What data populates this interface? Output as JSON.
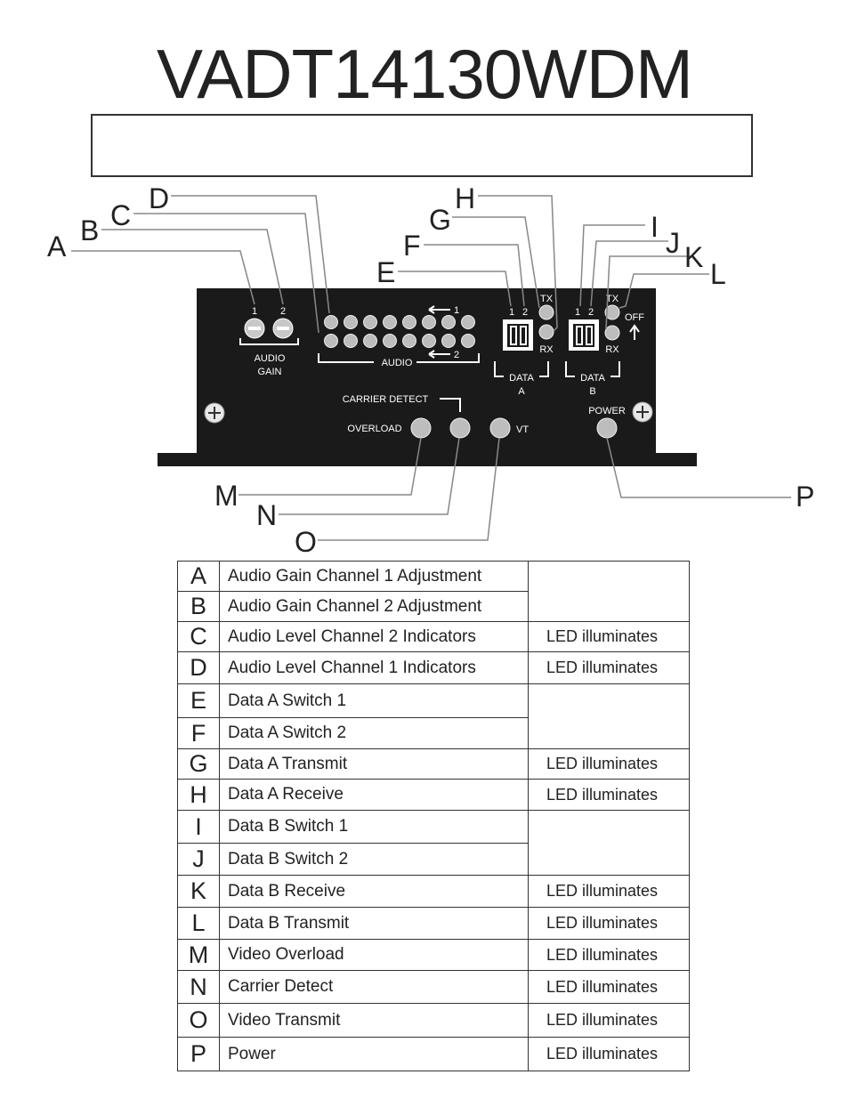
{
  "title": "VADT14130WDM",
  "panel": {
    "audio_gain": {
      "ch1": "1",
      "ch2": "2",
      "label": "AUDIO\nGAIN"
    },
    "audio": {
      "label": "AUDIO",
      "row1": "1",
      "row2": "2"
    },
    "data_a": {
      "sw1": "1",
      "sw2": "2",
      "tx": "TX",
      "rx": "RX",
      "label": "DATA\nA"
    },
    "data_b": {
      "sw1": "1",
      "sw2": "2",
      "tx": "TX",
      "rx": "RX",
      "off": "OFF",
      "label": "DATA\nB"
    },
    "carrier_detect": "CARRIER DETECT",
    "overload": "OVERLOAD",
    "vt": "VT",
    "power": "POWER"
  },
  "callouts": [
    "A",
    "B",
    "C",
    "D",
    "E",
    "F",
    "G",
    "H",
    "I",
    "J",
    "K",
    "L",
    "M",
    "N",
    "O",
    "P"
  ],
  "legend": [
    {
      "letter": "A",
      "description": "Audio Gain Channel 1 Adjustment",
      "status": ""
    },
    {
      "letter": "B",
      "description": "Audio Gain Channel 2 Adjustment",
      "status": ""
    },
    {
      "letter": "C",
      "description": "Audio Level Channel 2 Indicators",
      "status": "LED illuminates"
    },
    {
      "letter": "D",
      "description": "Audio Level Channel 1 Indicators",
      "status": "LED illuminates"
    },
    {
      "letter": "E",
      "description": "Data A Switch 1",
      "status": ""
    },
    {
      "letter": "F",
      "description": "Data A Switch 2",
      "status": ""
    },
    {
      "letter": "G",
      "description": "Data A Transmit",
      "status": "LED illuminates"
    },
    {
      "letter": "H",
      "description": "Data A Receive",
      "status": "LED illuminates"
    },
    {
      "letter": "I",
      "description": "Data B Switch 1",
      "status": ""
    },
    {
      "letter": "J",
      "description": "Data B Switch 2",
      "status": ""
    },
    {
      "letter": "K",
      "description": "Data B Receive",
      "status": "LED illuminates"
    },
    {
      "letter": "L",
      "description": "Data B Transmit",
      "status": "LED illuminates"
    },
    {
      "letter": "M",
      "description": "Video Overload",
      "status": "LED illuminates"
    },
    {
      "letter": "N",
      "description": "Carrier Detect",
      "status": "LED illuminates"
    },
    {
      "letter": "O",
      "description": "Video Transmit",
      "status": "LED illuminates"
    },
    {
      "letter": "P",
      "description": "Power",
      "status": "LED illuminates"
    }
  ]
}
